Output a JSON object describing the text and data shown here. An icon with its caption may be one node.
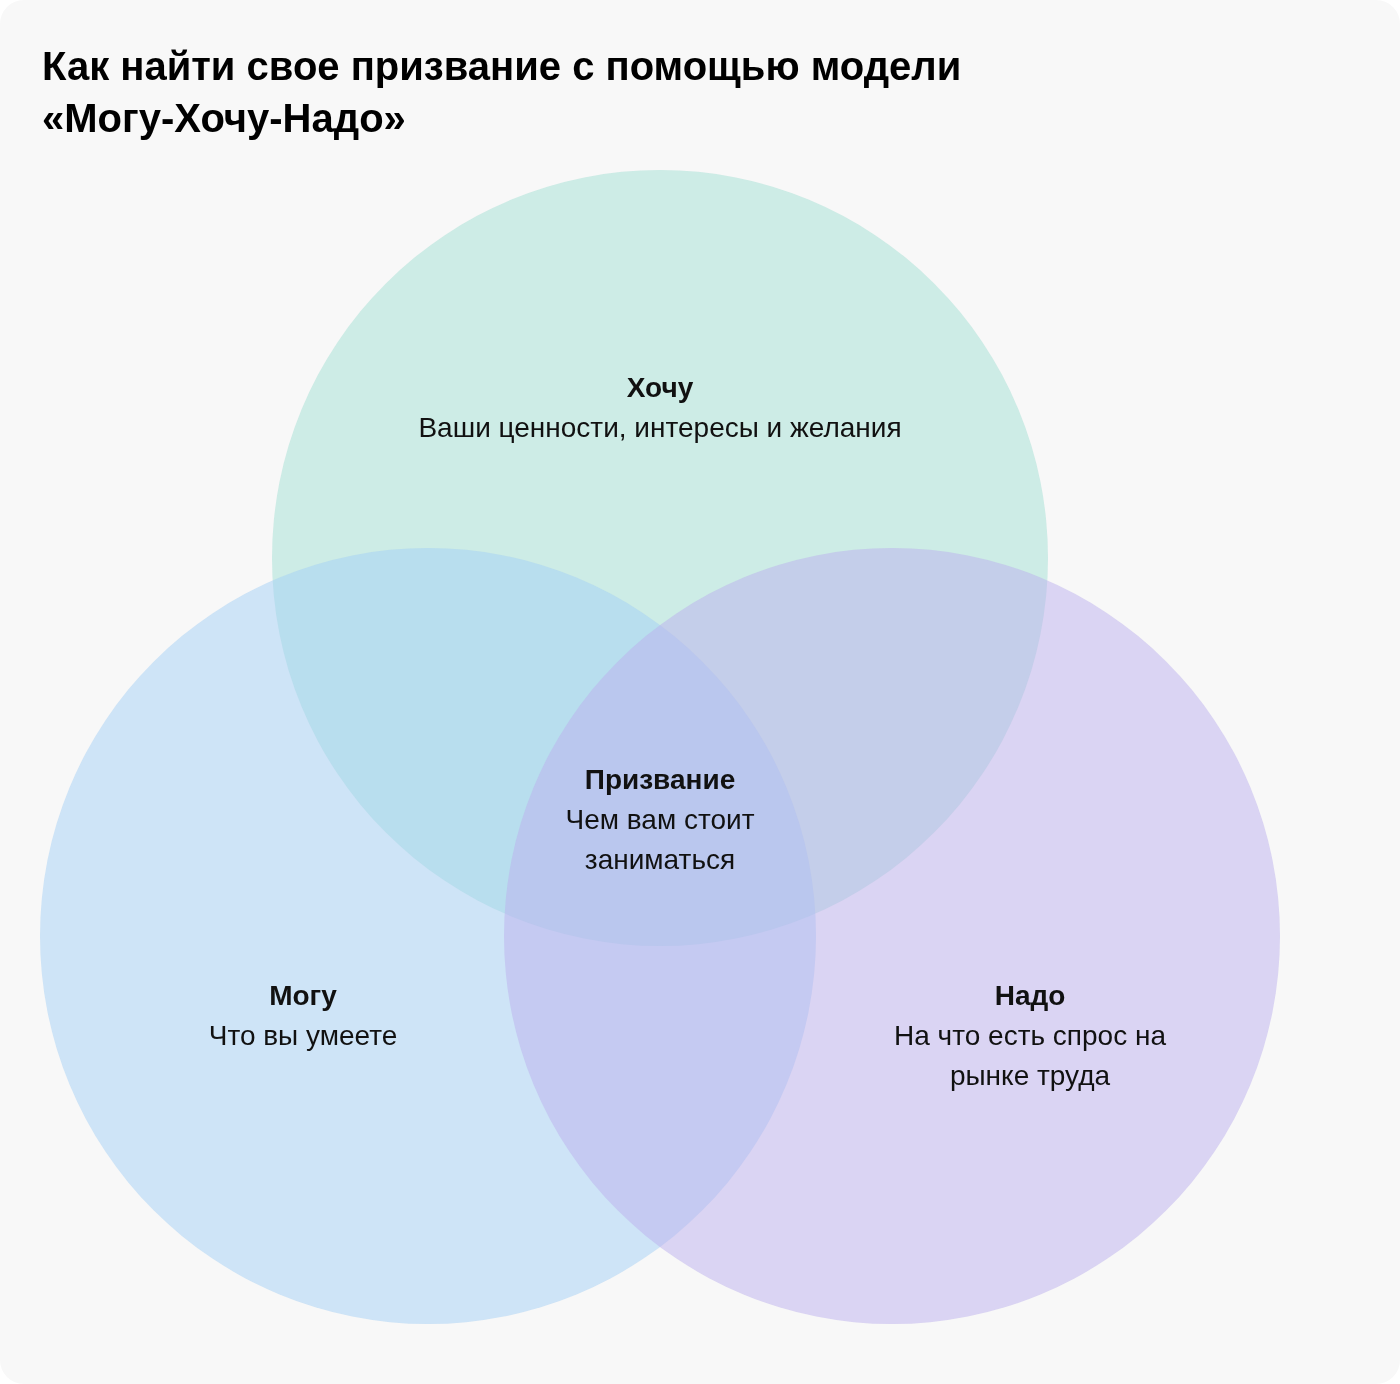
{
  "diagram": {
    "title": "Как найти свое призвание с помощью модели «Могу-Хочу-Надо»",
    "nodes": [
      {
        "text": [
          "Хочу",
          "Ваши ценности, интересы и желания"
        ]
      },
      {
        "text": [
          "Призвание",
          "Чем вам стоит заниматься"
        ]
      },
      {
        "text": [
          "Могу",
          "Что вы умеете"
        ]
      },
      {
        "text": [
          "Надо",
          "На что есть спрос на рынке труда"
        ]
      }
    ],
    "edges": []
  }
}
